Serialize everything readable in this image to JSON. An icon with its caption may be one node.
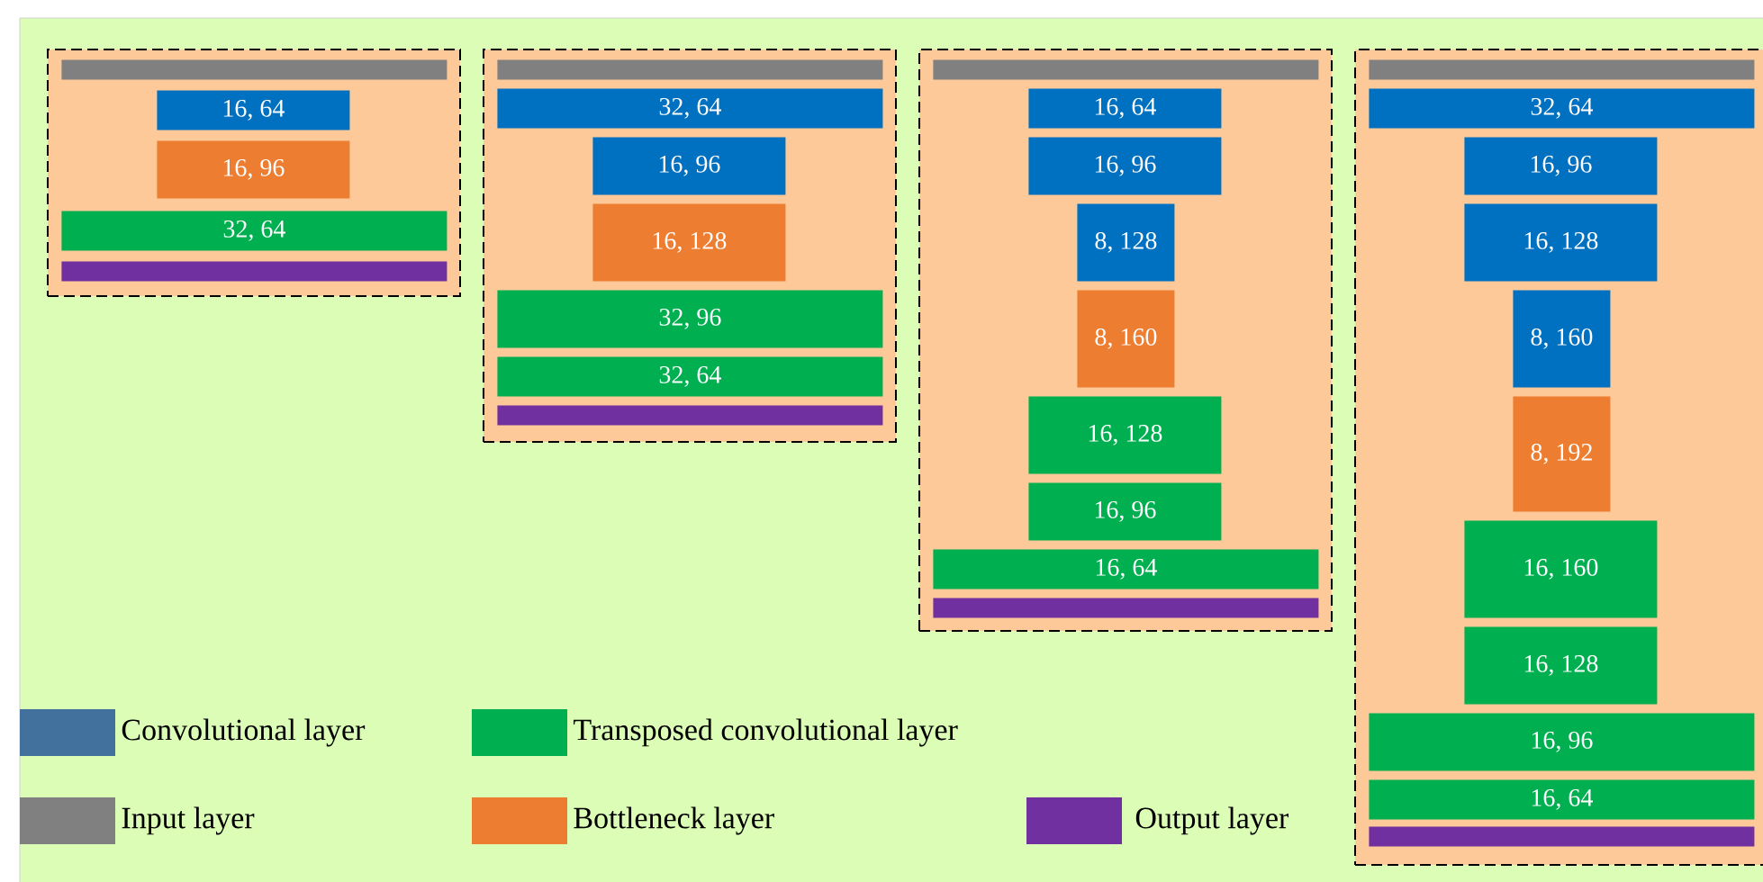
{
  "diagram": {
    "nodes": [
      {
        "text": [],
        "shape": "box"
      },
      {
        "text": [],
        "shape": "bar",
        "in": 0
      },
      {
        "text": [
          "16, 64"
        ],
        "in": 0
      },
      {
        "text": [
          "16, 96"
        ],
        "in": 0
      },
      {
        "text": [
          "32, 64"
        ],
        "in": 0
      },
      {
        "text": [],
        "shape": "bar",
        "in": 0
      },
      {
        "text": [],
        "shape": "box"
      },
      {
        "text": [],
        "shape": "bar",
        "in": 6
      },
      {
        "text": [
          "32, 64"
        ],
        "in": 6
      },
      {
        "text": [
          "16, 96"
        ],
        "in": 6
      },
      {
        "text": [
          "16, 128"
        ],
        "in": 6
      },
      {
        "text": [
          "32, 96"
        ],
        "in": 6
      },
      {
        "text": [
          "32, 64"
        ],
        "in": 6
      },
      {
        "text": [],
        "shape": "bar",
        "in": 6
      },
      {
        "text": [],
        "shape": "box"
      },
      {
        "text": [],
        "shape": "bar",
        "in": 14
      },
      {
        "text": [
          "16, 64"
        ],
        "in": 14
      },
      {
        "text": [
          "16, 96"
        ],
        "in": 14
      },
      {
        "text": [
          "8, 128"
        ],
        "in": 14
      },
      {
        "text": [
          "8, 160"
        ],
        "in": 14
      },
      {
        "text": [
          "16, 128"
        ],
        "in": 14
      },
      {
        "text": [
          "16, 96"
        ],
        "in": 14
      },
      {
        "text": [
          "16, 64"
        ],
        "in": 14
      },
      {
        "text": [],
        "shape": "bar",
        "in": 14
      },
      {
        "text": [],
        "shape": "box"
      },
      {
        "text": [],
        "shape": "bar",
        "in": 24
      },
      {
        "text": [
          "32, 64"
        ],
        "in": 24
      },
      {
        "text": [
          "16, 96"
        ],
        "in": 24
      },
      {
        "text": [
          "16, 128"
        ],
        "in": 24
      },
      {
        "text": [
          "8, 160"
        ],
        "in": 24
      },
      {
        "text": [
          "8, 192"
        ],
        "in": 24
      },
      {
        "text": [
          "16, 160"
        ],
        "in": 24
      },
      {
        "text": [
          "16, 128"
        ],
        "in": 24
      },
      {
        "text": [
          "16, 96"
        ],
        "in": 24
      },
      {
        "text": [
          "16, 64"
        ],
        "in": 24
      },
      {
        "text": [],
        "shape": "bar",
        "in": 24
      }
    ],
    "legend": [
      {
        "text": "Convolutional layer",
        "color": "#41719c"
      },
      {
        "text": "Transposed convolutional layer",
        "color": "#00b050"
      },
      {
        "text": "Input layer",
        "color": "#808080"
      },
      {
        "text": "Bottleneck layer",
        "color": "#ed7d31"
      },
      {
        "text": "Output layer",
        "color": "#7030a0"
      }
    ]
  }
}
